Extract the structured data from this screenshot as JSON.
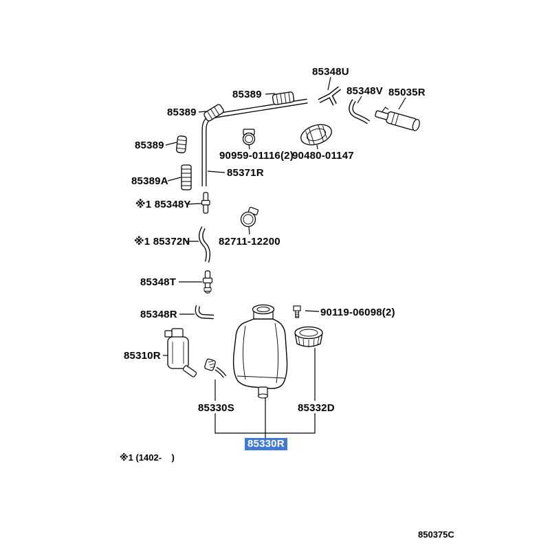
{
  "diagram": {
    "code": "850375C",
    "footnote": "※1 (1402-    )",
    "highlight_color": "#3f7ad6",
    "highlight_text_color": "#ffffff",
    "line_color": "#000000",
    "background": "#ffffff",
    "selected_part": "85330R"
  },
  "parts": [
    {
      "id": "85348U",
      "label": "85348U"
    },
    {
      "id": "85389-1",
      "label": "85389"
    },
    {
      "id": "85348V",
      "label": "85348V"
    },
    {
      "id": "85035R",
      "label": "85035R"
    },
    {
      "id": "85389-2",
      "label": "85389"
    },
    {
      "id": "85389-3",
      "label": "85389"
    },
    {
      "id": "90959-01116",
      "label": "90959-01116(2)"
    },
    {
      "id": "90480-01147",
      "label": "90480-01147"
    },
    {
      "id": "85371R",
      "label": "85371R"
    },
    {
      "id": "85389A",
      "label": "85389A"
    },
    {
      "id": "85348Y",
      "label": "※1 85348Y"
    },
    {
      "id": "85372N",
      "label": "※1 85372N"
    },
    {
      "id": "82711-12200",
      "label": "82711-12200"
    },
    {
      "id": "85348T",
      "label": "85348T"
    },
    {
      "id": "85348R",
      "label": "85348R"
    },
    {
      "id": "90119-06098",
      "label": "90119-06098(2)"
    },
    {
      "id": "85310R",
      "label": "85310R"
    },
    {
      "id": "85330S",
      "label": "85330S"
    },
    {
      "id": "85332D",
      "label": "85332D"
    },
    {
      "id": "85330R",
      "label": "85330R"
    }
  ]
}
